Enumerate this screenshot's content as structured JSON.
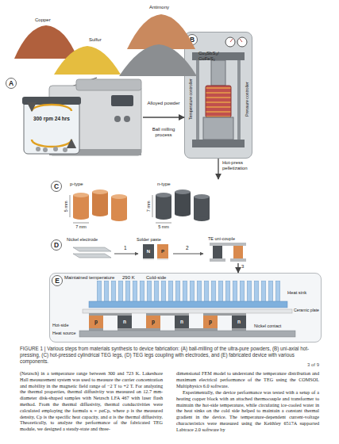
{
  "diagram": {
    "caption": "FIGURE 1 | Various steps from materials synthesis to device fabrication: (A) ball-milling of the ultra-pure powders, (B) uni-axial hot-pressing, (C) hot-pressed cylindrical TEG legs, (D) TEG legs coupling with electrodes, and (E) fabricated device with various components.",
    "nodes": [
      {
        "text": [
          "A"
        ]
      },
      {
        "text": [
          "B"
        ]
      },
      {
        "text": [
          "C"
        ]
      },
      {
        "text": [
          "D"
        ]
      },
      {
        "text": [
          "E"
        ]
      }
    ],
    "edges": [
      {
        "from": 0,
        "to": 1,
        "label": "Alloyed powder",
        "arrow": "to"
      },
      {
        "from": 1,
        "to": 2,
        "label": "Hot-press pelletization",
        "arrow": "to"
      },
      {
        "from": 3,
        "to": 4,
        "label": "3",
        "arrow": "to"
      }
    ],
    "labels": [
      "Antimony",
      "Copper",
      "Sulfur",
      "Cu₃SbS₄/ CuFeS₂",
      "300 rpm 24 hrs",
      "Ball milling process",
      "Temperature controller",
      "Pressure controller",
      "p-type",
      "n-type",
      "5 mm",
      "7 mm",
      "7 mm",
      "5 mm",
      "Nickel electrode",
      "1",
      "Solder paste",
      "N",
      "P",
      "2",
      "TE uni-couple",
      "Maintained temperature",
      "290 K",
      "Cold-side",
      "Heat sink",
      "Ceramic plate",
      "p",
      "n",
      "p",
      "n",
      "p",
      "n",
      "Hot-side",
      "Heat source",
      "Nickel contact",
      "3 of 9",
      "(Netzsch) in a temperature range between 300 and 723 K. Lakeshore Hall measurement system was used to measure the carrier concentration and mobility in the magnetic field range of −2 T to +2 T. For analyzing the thermal properties, thermal diffusivity was measured on 12.7 mm-diameter disk-shaped samples with Netzsch LFA 467 with laser flash method. From the thermal diffusivity, thermal conductivities were calculated employing the formula κ = ραCp, where ρ is the measured density, Cp is the specific heat capacity, and α is the thermal diffusivity. Theoretically, to analyze the performance of the fabricated TEG module, we designed a steady-state and three-",
      "dimensional FEM model to understand the temperature distribution and maximum electrical performance of the TEG using the COMSOL Multiphysics 6.0 software.",
      "Experimentally, the device performance was tested with a setup of a heating copper block with an attached thermocouple and transformer to maintain the hot-side temperature, while circulating ice-cooled water in the heat sinks on the cold side helped to maintain a constant thermal gradient in the device. The temperature-dependent current-voltage characteristics were measured using the Keithley 6517A supported Labtrace 2.0 software by"
    ]
  }
}
